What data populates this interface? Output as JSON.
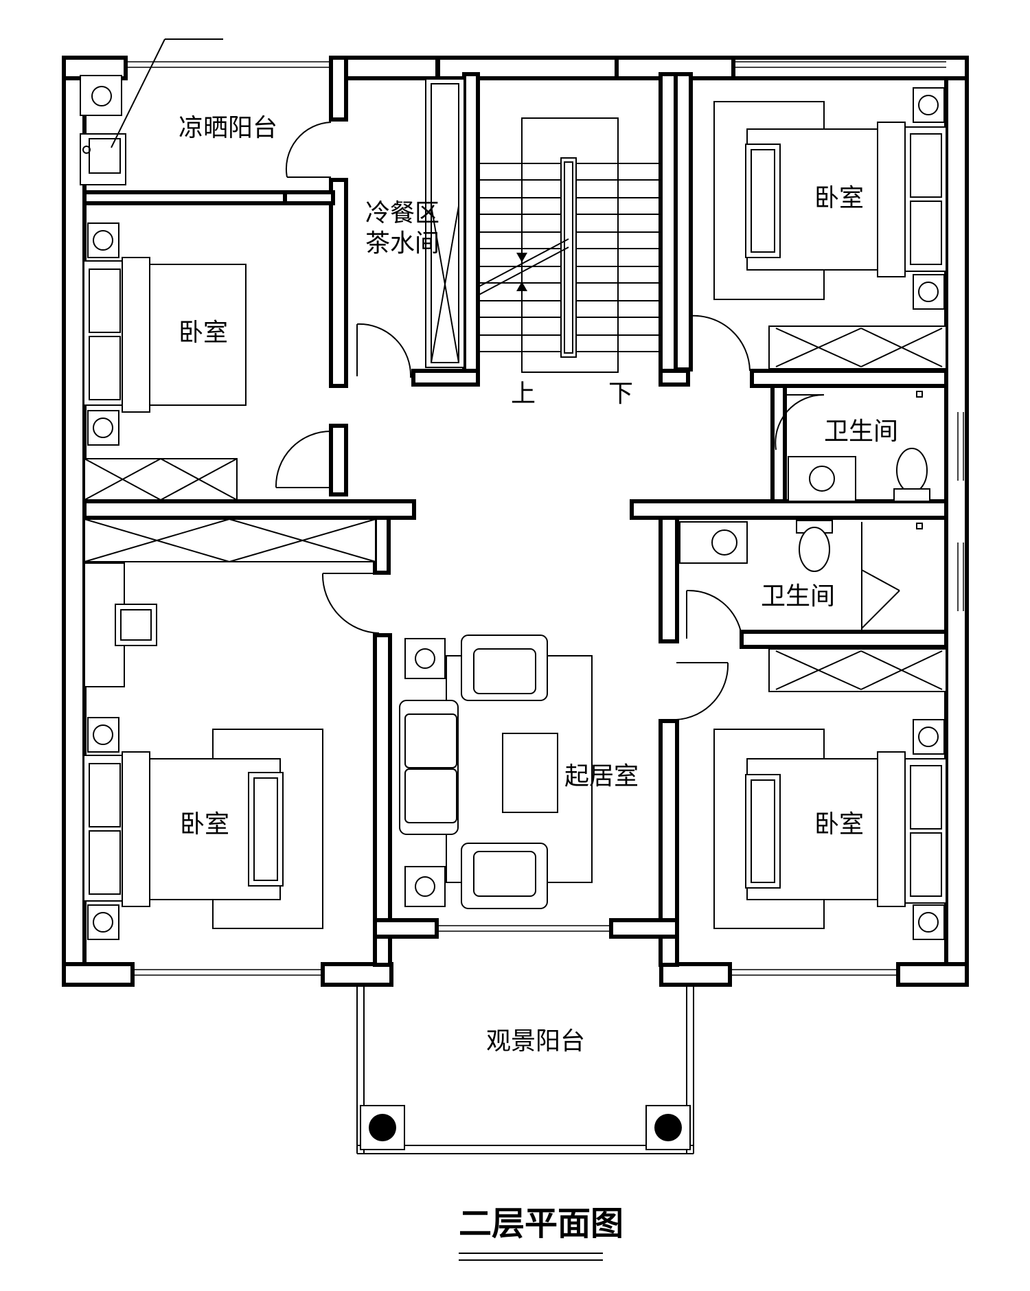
{
  "title": "二层平面图",
  "rooms": {
    "laundry_balcony": "凉晒阳台",
    "cold_meal_area": "冷餐区",
    "tea_room": "茶水间",
    "bedroom_nw": "卧室",
    "bedroom_ne": "卧室",
    "bedroom_sw": "卧室",
    "bedroom_se": "卧室",
    "bathroom_upper": "卫生间",
    "bathroom_lower": "卫生间",
    "living_room": "起居室",
    "view_balcony": "观景阳台"
  },
  "stairs": {
    "up": "上",
    "down": "下"
  }
}
